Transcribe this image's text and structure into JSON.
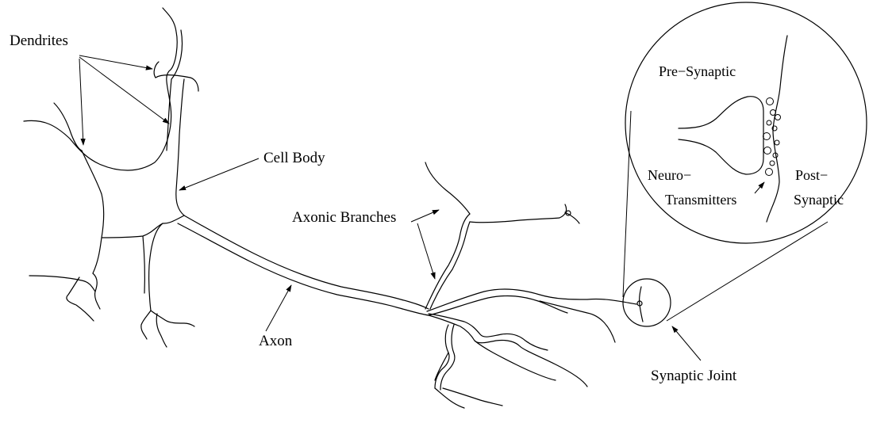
{
  "labels": {
    "dendrites": "Dendrites",
    "cell_body": "Cell Body",
    "axonic_branches": "Axonic Branches",
    "axon": "Axon",
    "synaptic_joint": "Synaptic Joint",
    "pre_synaptic": "Pre−Synaptic",
    "neuro": "Neuro−",
    "transmitters": "Transmitters",
    "post": "Post−",
    "synaptic": "Synaptic"
  },
  "colors": {
    "line": "#000000",
    "background": "#ffffff"
  }
}
